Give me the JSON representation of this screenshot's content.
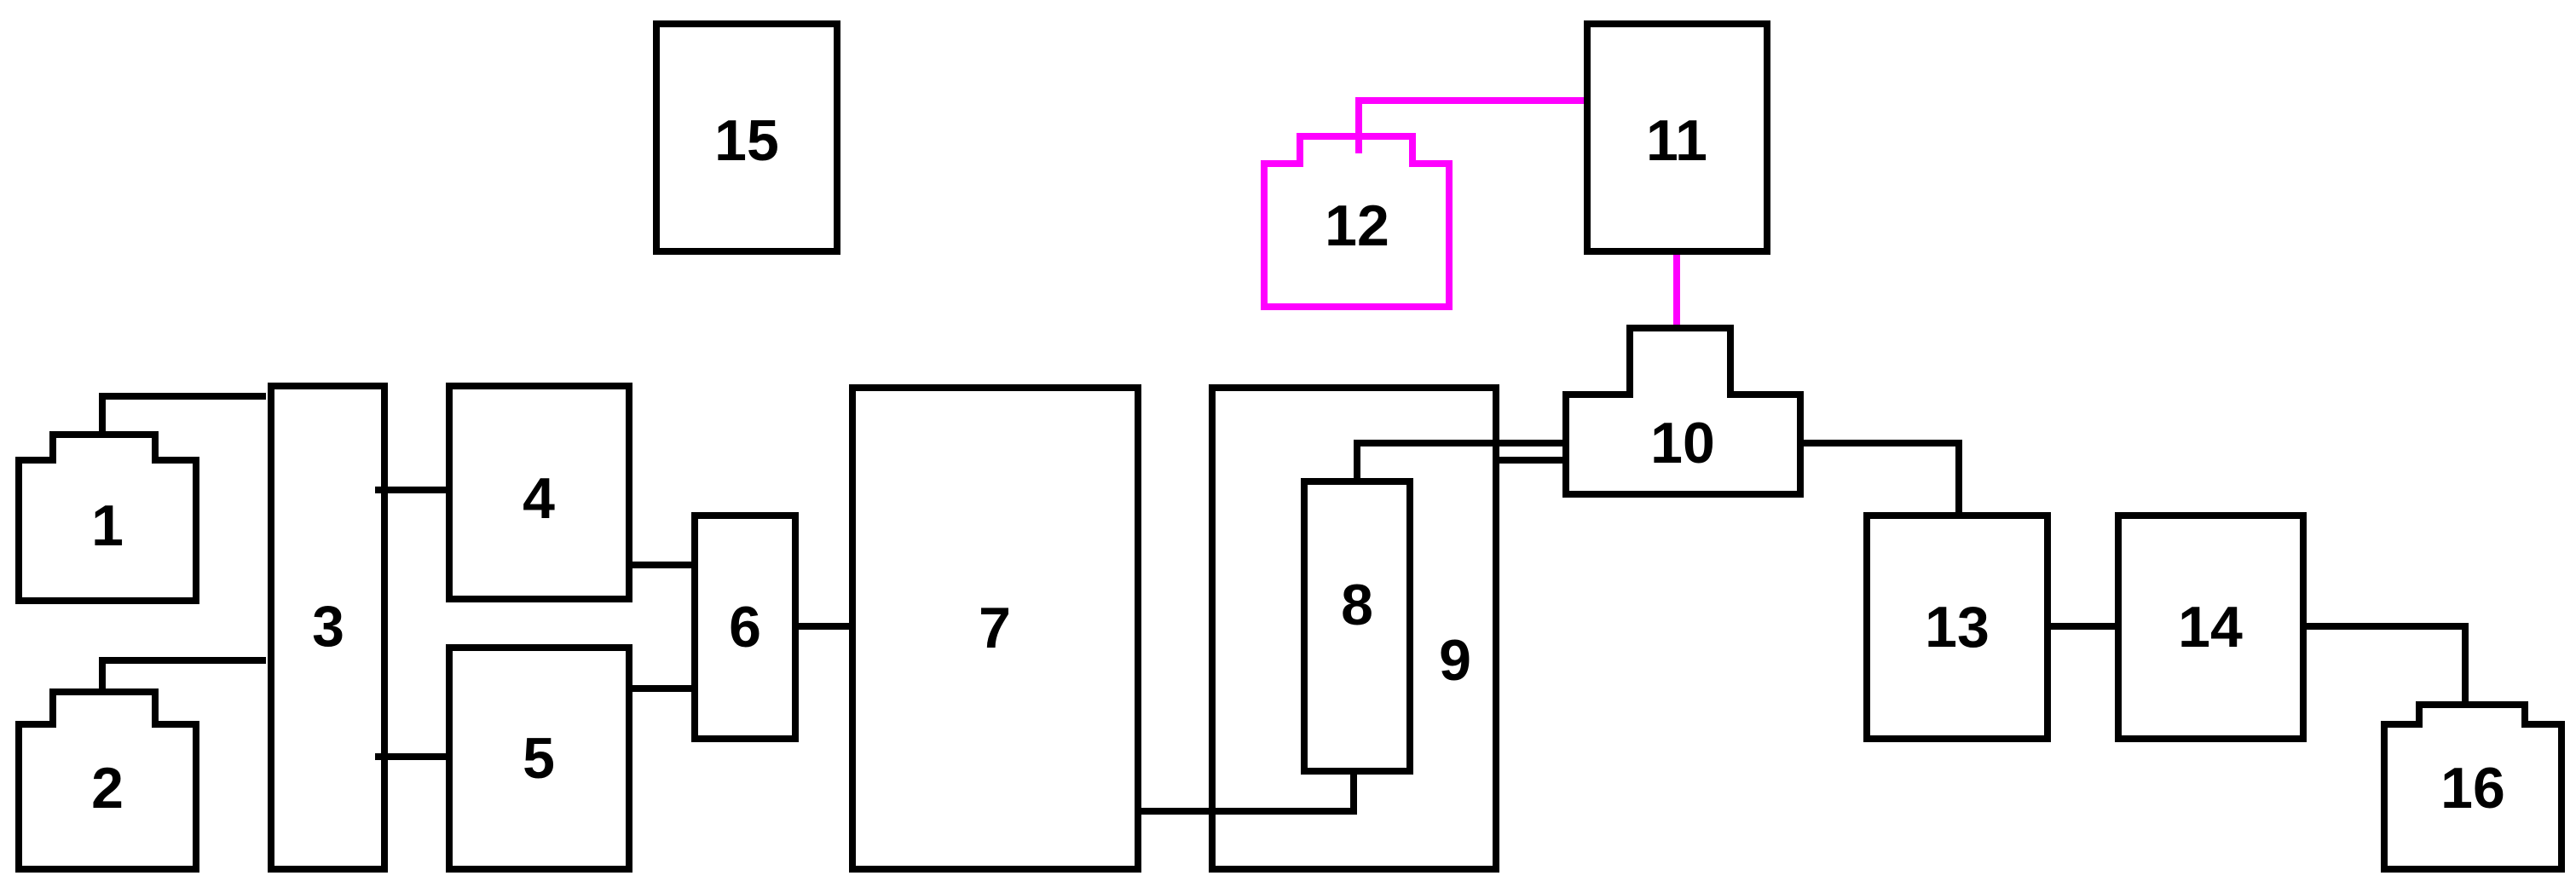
{
  "diagram": {
    "colors": {
      "line": "#000000",
      "highlight": "#ff00ff",
      "background": "#ffffff"
    },
    "blocks": {
      "b1": "1",
      "b2": "2",
      "b3": "3",
      "b4": "4",
      "b5": "5",
      "b6": "6",
      "b7": "7",
      "b8": "8",
      "b9": "9",
      "b10": "10",
      "b11": "11",
      "b12": "12",
      "b13": "13",
      "b14": "14",
      "b15": "15",
      "b16": "16"
    }
  }
}
